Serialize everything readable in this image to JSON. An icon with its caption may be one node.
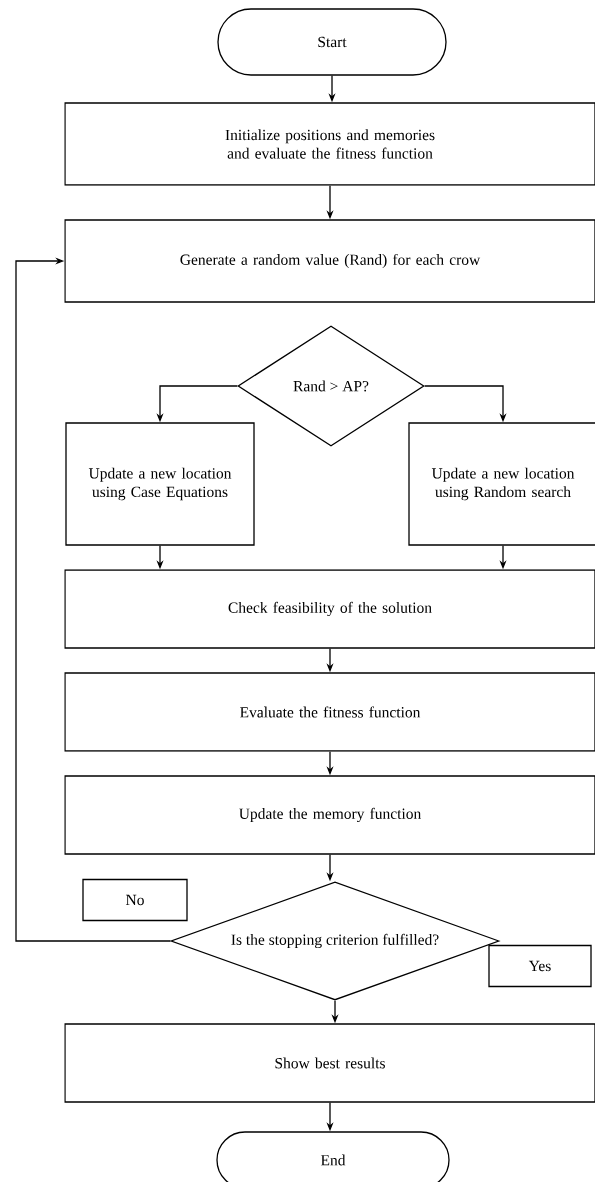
{
  "diagram": {
    "nodes": [
      {
        "text": [
          "Start"
        ]
      },
      {
        "text": [
          "Initialize positions and memories and evaluate the fitness function"
        ]
      },
      {
        "text": [
          "Generate a random value (Rand) for each crow"
        ]
      },
      {
        "text": [
          "Rand > AP?"
        ]
      },
      {
        "text": [
          "Update a new location using Case Equations"
        ]
      },
      {
        "text": [
          "Update a new location using Random search"
        ]
      },
      {
        "text": [
          "Check feasibility of the solution"
        ]
      },
      {
        "text": [
          "Evaluate the fitness function"
        ]
      },
      {
        "text": [
          "Update the memory function"
        ]
      },
      {
        "text": [
          "No"
        ]
      },
      {
        "text": [
          "Is the stopping criterion fulfilled?"
        ]
      },
      {
        "text": [
          "Yes"
        ]
      },
      {
        "text": [
          "Show best results"
        ]
      },
      {
        "text": [
          "End"
        ]
      }
    ],
    "edges": [
      {
        "from": 0,
        "to": 1,
        "arrow": "to"
      },
      {
        "from": 1,
        "to": 2,
        "arrow": "to"
      },
      {
        "from": 3,
        "to": 4,
        "arrow": "to"
      },
      {
        "from": 3,
        "to": 5,
        "arrow": "to"
      },
      {
        "from": 4,
        "to": 6,
        "arrow": "to"
      },
      {
        "from": 5,
        "to": 6,
        "arrow": "to"
      },
      {
        "from": 6,
        "to": 7,
        "arrow": "to"
      },
      {
        "from": 7,
        "to": 8,
        "arrow": "to"
      },
      {
        "from": 8,
        "to": 10,
        "arrow": "to"
      },
      {
        "from": 10,
        "to": 2,
        "arrow": "to"
      },
      {
        "from": 10,
        "to": 12,
        "arrow": "to"
      },
      {
        "from": 12,
        "to": 13,
        "arrow": "to"
      }
    ]
  }
}
